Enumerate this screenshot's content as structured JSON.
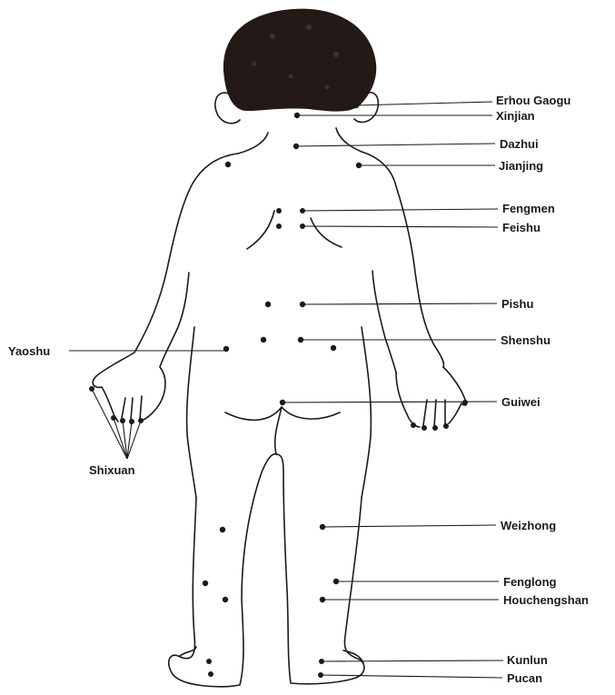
{
  "colors": {
    "ink": "#1a1a1a",
    "hair": "#231a17",
    "background": "#ffffff"
  },
  "points": {
    "erhou_gaogu": "Erhou Gaogu",
    "xinjian": "Xinjian",
    "dazhui": "Dazhui",
    "jianjing": "Jianjing",
    "fengmen": "Fengmen",
    "feishu": "Feishu",
    "pishu": "Pishu",
    "shenshu": "Shenshu",
    "yaoshu": "Yaoshu",
    "guiwei": "Guiwei",
    "shixuan": "Shixuan",
    "weizhong": "Weizhong",
    "fenglong": "Fenglong",
    "houchengshan": "Houchengshan",
    "kunlun": "Kunlun",
    "pucan": "Pucan"
  }
}
